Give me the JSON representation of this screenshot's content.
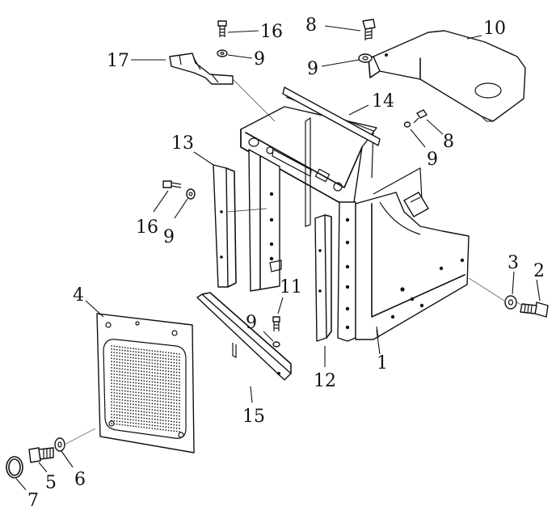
{
  "labels": [
    {
      "key": "p1",
      "text": "1"
    },
    {
      "key": "p2",
      "text": "2"
    },
    {
      "key": "p3",
      "text": "3"
    },
    {
      "key": "p4",
      "text": "4"
    },
    {
      "key": "p5",
      "text": "5"
    },
    {
      "key": "p6",
      "text": "6"
    },
    {
      "key": "p7",
      "text": "7"
    },
    {
      "key": "p8a",
      "text": "8"
    },
    {
      "key": "p8b",
      "text": "8"
    },
    {
      "key": "p9a",
      "text": "9"
    },
    {
      "key": "p9b",
      "text": "9"
    },
    {
      "key": "p9c",
      "text": "9"
    },
    {
      "key": "p9d",
      "text": "9"
    },
    {
      "key": "p9e",
      "text": "9"
    },
    {
      "key": "p10",
      "text": "10"
    },
    {
      "key": "p11",
      "text": "11"
    },
    {
      "key": "p12",
      "text": "12"
    },
    {
      "key": "p13",
      "text": "13"
    },
    {
      "key": "p14",
      "text": "14"
    },
    {
      "key": "p15",
      "text": "15"
    },
    {
      "key": "p16a",
      "text": "16"
    },
    {
      "key": "p16b",
      "text": "16"
    },
    {
      "key": "p17",
      "text": "17"
    }
  ]
}
